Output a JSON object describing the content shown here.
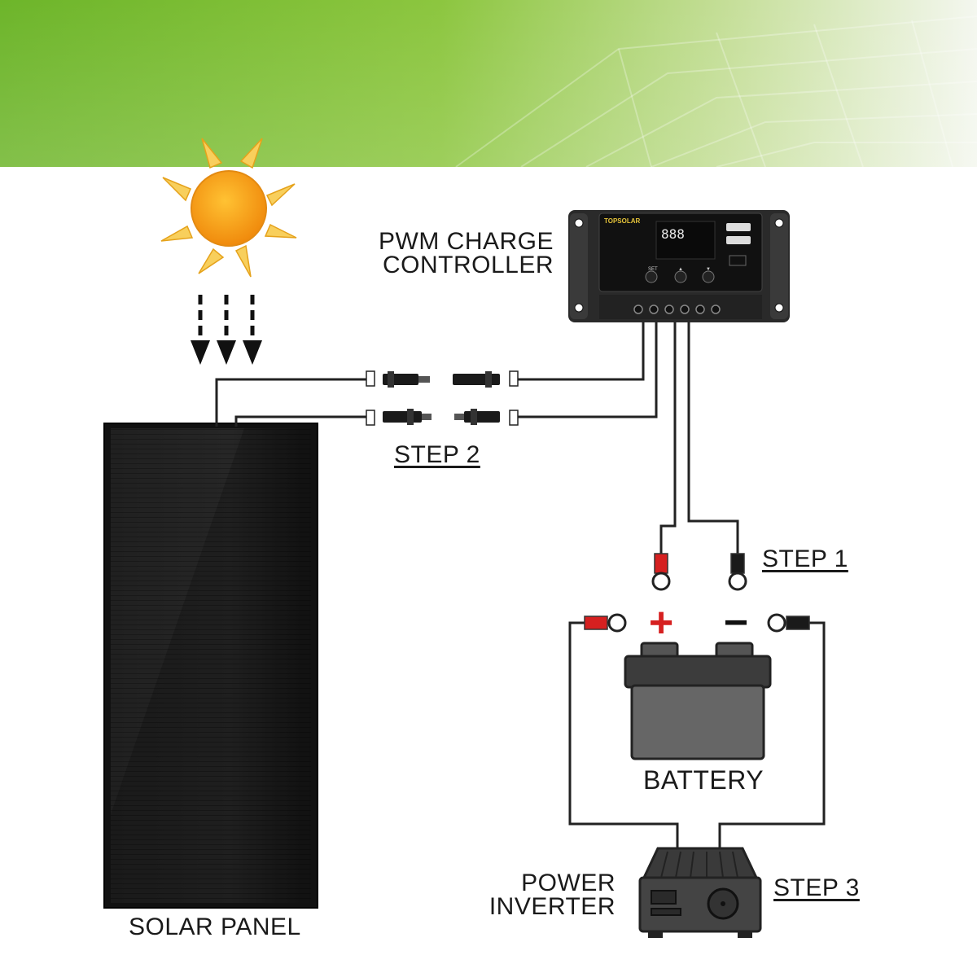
{
  "labels": {
    "pwm_controller_line1": "PWM CHARGE",
    "pwm_controller_line2": "CONTROLLER",
    "step1": "STEP 1",
    "step2": "STEP 2",
    "step3": "STEP 3",
    "battery": "BATTERY",
    "power_inverter_line1": "POWER",
    "power_inverter_line2": "INVERTER",
    "solar_panel": "SOLAR PANEL",
    "plus_sign": "+",
    "minus_sign": "−"
  },
  "controller": {
    "brand": "TOPSOLAR",
    "display_digits": "888",
    "button_labels": [
      "SET",
      "▲",
      "▼"
    ]
  },
  "icons": [
    "sun-icon",
    "sunlight-arrows-icon",
    "mc4-connector-icon",
    "ring-terminal-icon",
    "battery-icon",
    "inverter-icon",
    "usb-port-icon"
  ],
  "colors": {
    "banner_green": "#7bbf2e",
    "sun_orange": "#f4a017",
    "sun_ray": "#f7c64a",
    "panel_dark": "#1a1a1a",
    "wire": "#333333",
    "positive_red": "#d62020",
    "battery_grey": "#5a5a5a"
  }
}
